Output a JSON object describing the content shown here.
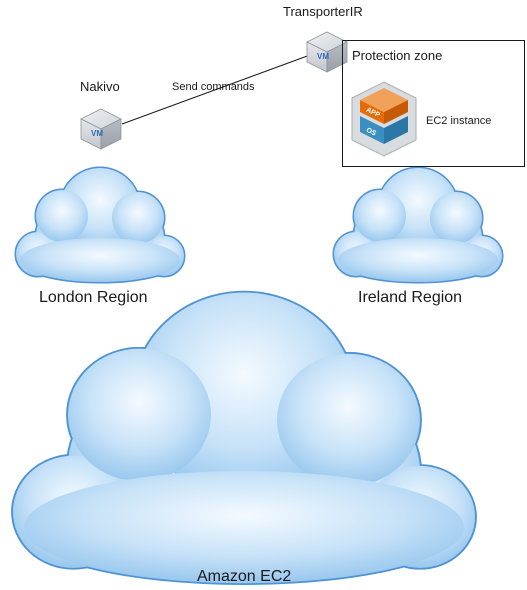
{
  "nodes": {
    "nakivo": {
      "label": "Nakivo",
      "vm_text": "VM",
      "icon": "vm-cube-icon"
    },
    "transporter": {
      "label": "TransporterIR",
      "vm_text": "VM",
      "icon": "vm-cube-icon"
    },
    "ec2_instance": {
      "label": "EC2 instance",
      "app_text": "APP",
      "os_text": "OS",
      "icon": "app-os-stack-icon"
    }
  },
  "edges": [
    {
      "from": "nakivo",
      "to": "transporter",
      "label": "Send commands"
    }
  ],
  "zone": {
    "label": "Protection zone"
  },
  "clouds": {
    "london": {
      "label": "London Region"
    },
    "ireland": {
      "label": "Ireland Region"
    },
    "amazon": {
      "label": "Amazon EC2"
    }
  },
  "colors": {
    "cloud_fill": "#a9d2f3",
    "cloud_edge": "#4f93d2",
    "app_orange": "#e46c0a",
    "os_blue": "#3a8fc2",
    "vm_gray": "#b7bcc3",
    "vm_label": "#2f6db5"
  }
}
